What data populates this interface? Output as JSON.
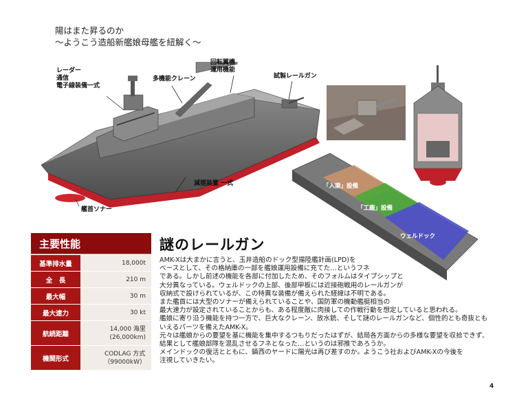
{
  "header": {
    "line1": "陽はまた昇るのか",
    "line2": "～ようこう造船新艦娘母艦を紐解く～"
  },
  "callouts": {
    "radar": "レーダー\n通信\n電子線装備一式",
    "crane": "多機能クレーン",
    "rotor": "回転翼機\n運用機能",
    "railgun_proto": "試製レールガン",
    "stabilizer": "減揺装置 一式",
    "sonar": "艦首ソナー"
  },
  "deck_labels": {
    "nyukyo": "「入渠」設備",
    "kosho": "「工廠」設備",
    "welldock": "ウェルドック"
  },
  "spec": {
    "heading": "主要性能",
    "rows": [
      {
        "label": "基準排水量",
        "value": "18,000t"
      },
      {
        "label": "全　長",
        "value": "210 m"
      },
      {
        "label": "最大幅",
        "value": "30 m"
      },
      {
        "label": "最大速力",
        "value": "30 kt"
      },
      {
        "label": "航続距離",
        "value": "14,000 海里\n(26,000km)"
      },
      {
        "label": "機関形式",
        "value": "CODLAG 方式\n（99000kW）"
      }
    ]
  },
  "section": {
    "title": "謎のレールガン",
    "body": "AMK-Xは大まかに言うと、玉井造船のドック型揚陸艦計画(LPD)を\nベースとして、その格納庫の一部を艦娘運用設備に充てた…というフネ\nである。しかし前述の機能を各部に付加したため、そのフォルムはタイプシップと\n大分異なっている。ウェルドックの上部、後部甲板には近接砲戦用のレールガンが\n収納式で設けられているが、この特異な装備が備えられた経緯は不明である。\nまた艦首には大型のソナーが備えられていることや、国防軍の機動艦艇相当の\n最大速力が設定されていることからも、ある程度敵に肉接しての作戦行動を想定していると思われる。\n艦娘に寄り沿う機能を持つ一方で、巨大なクレーン、放水銃、そして謎のレールガンなど、個性的とも奇抜とも\nいえるパーツを備えたAMK-X。\n元々は艦娘からの要望を基に機能を集中するつもりだったはずが、結局各方面からの多様な要望を収拾できず、\n結果として艦娘部隊を混乱させるフネとなった…というのは邪推であろうか。\nメインドックの復活とともに、鎮西のヤードに陽光は再び差すのか。ようこう社およびAMK-Xの今後を\n注視していきたい。"
  },
  "page_number": "4",
  "colors": {
    "spec_header": "#8b0c0c",
    "spec_label": "#a81515",
    "spec_value_bg": "#f1ece8",
    "hull_red": "#c0202a",
    "hull_gray": "#6f6f6f"
  }
}
